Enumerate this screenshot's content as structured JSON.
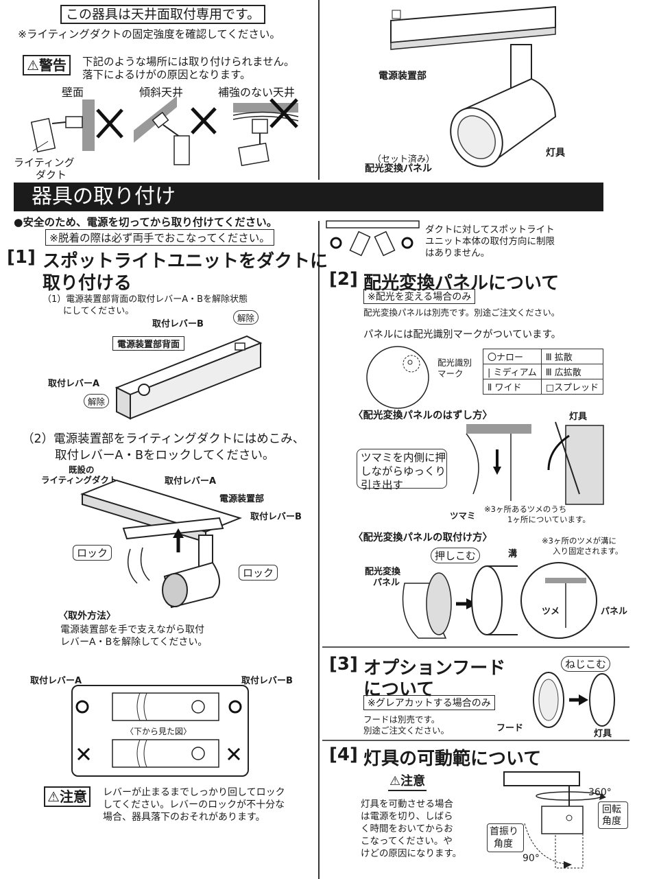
{
  "top_left": {
    "ceiling_only": "この器具は天井面取付専用です。",
    "check_strength": "※ライティングダクトの固定強度を確認してください。",
    "warning_badge": "警告",
    "warning_line1": "下記のような場所には取り付けられません。",
    "warning_line2": "落下によるけがの原因となります。",
    "case_wall": "壁面",
    "case_slope": "傾斜天井",
    "case_unreinforced": "補強のない天井",
    "duct_label1": "ライティング",
    "duct_label2": "ダクト"
  },
  "top_right": {
    "power_unit": "電源装置部",
    "lamp": "灯具",
    "preset_note": "（セット済み）",
    "panel": "配光変換パネル"
  },
  "section_title": "器具の取り付け",
  "intro": {
    "safety": "●安全のため、電源を切ってから取り付けてください。",
    "both_hands": "※脱着の際は必ず両手でおこなってください。"
  },
  "step1": {
    "number": "[1]",
    "title_line1": "スポットライトユニットをダクトに",
    "title_line2": "取り付ける",
    "sub1_line1": "（1）電源装置部背面の取付レバーA・Bを解除状態",
    "sub1_line2": "にしてください。",
    "lever_b": "取付レバーB",
    "lever_a": "取付レバーA",
    "release": "解除",
    "back_label": "電源装置部背面",
    "sub2_line1": "（2）電源装置部をライティングダクトにはめこみ、",
    "sub2_line2": "取付レバーA・Bをロックしてください。",
    "existing1": "既設の",
    "existing2": "ライティングダクト",
    "power_unit": "電源装置部",
    "lock": "ロック",
    "removal_title": "〈取外方法〉",
    "removal_line1": "電源装置部を手で支えながら取付",
    "removal_line2": "レバーA・Bを解除してください。",
    "bottom_view": "〈下から見た図〉",
    "caution_badge": "注意",
    "caution_line1": "レバーが止まるまでしっかり回してロック",
    "caution_line2": "してください。レバーのロックが不十分な",
    "caution_line3": "場合、器具落下のおそれがあります。"
  },
  "right_intro": {
    "line1": "ダクトに対してスポットライト",
    "line2": "ユニット本体の取付方向に制限",
    "line3": "はありません。"
  },
  "step2": {
    "number": "[2]",
    "title": "配光変換パネルについて",
    "tag": "※配光を変える場合のみ",
    "separate": "配光変換パネルは別売です。別途ご注文ください。",
    "mark_note": "パネルには配光識別マークがついています。",
    "mark_label1": "配光識別",
    "mark_label2": "マーク",
    "legend": [
      [
        "〇ナロー",
        "Ⅲ 拡散"
      ],
      [
        "| ミディアム",
        "Ⅲ 広拡散"
      ],
      [
        "Ⅱ ワイド",
        "□スプレッド"
      ]
    ],
    "remove_title": "〈配光変換パネルのはずし方〉",
    "lamp": "灯具",
    "knob_line1": "ツマミを内側に押",
    "knob_line2": "しながらゆっくり",
    "knob_line3": "引き出す",
    "knob": "ツマミ",
    "knob_note1": "※3ヶ所あるツメのうち",
    "knob_note2": "1ヶ所についています。",
    "attach_title": "〈配光変換パネルの取付け方〉",
    "claw_note1": "※3ヶ所のツメが溝に",
    "claw_note2": "入り固定されます。",
    "push": "押しこむ",
    "groove": "溝",
    "panel1": "配光変換",
    "panel2": "パネル",
    "claw": "ツメ",
    "panel": "パネル"
  },
  "step3": {
    "number": "[3]",
    "title_line1": "オプションフード",
    "title_line2": "について",
    "tag": "※グレアカットする場合のみ",
    "note1": "フードは別売です。",
    "note2": "別途ご注文ください。",
    "screw": "ねじこむ",
    "hood": "フード",
    "lamp": "灯具"
  },
  "step4": {
    "number": "[4]",
    "title": "灯具の可動範について",
    "caution_badge": "注意",
    "text": [
      "灯具を可動させる場合",
      "は電源を切り、しばら",
      "く時間をおいてからお",
      "こなってください。や",
      "けどの原因になります。"
    ],
    "deg360": "360°",
    "rotate1": "回転",
    "rotate2": "角度",
    "swing1": "首振り",
    "swing2": "角度",
    "deg90": "90°"
  }
}
